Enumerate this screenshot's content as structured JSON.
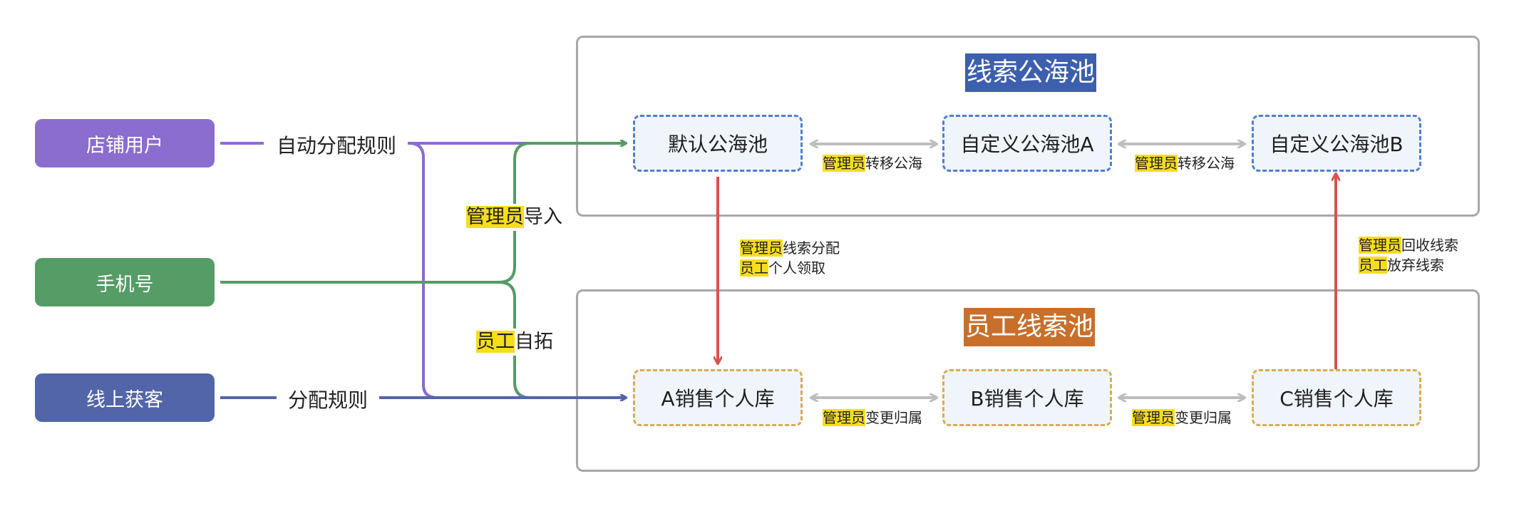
{
  "sources": [
    {
      "label": "店铺用户",
      "color": "#8b6ccf"
    },
    {
      "label": "手机号",
      "color": "#559c66"
    },
    {
      "label": "线上获客",
      "color": "#5265a8"
    }
  ],
  "rules": {
    "auto_assign": "自动分配规则",
    "assign": "分配规则"
  },
  "branch_labels": {
    "admin_import": {
      "role": "管理员",
      "action": "导入"
    },
    "staff_expand": {
      "role": "员工",
      "action": "自拓"
    }
  },
  "public_pool": {
    "title": "线索公海池",
    "title_bg": "#3c5fae",
    "nodes": [
      "默认公海池",
      "自定义公海池A",
      "自定义公海池B"
    ],
    "edge_labels": [
      {
        "role": "管理员",
        "action": "转移公海"
      },
      {
        "role": "管理员",
        "action": "转移公海"
      }
    ]
  },
  "staff_pool": {
    "title": "员工线索池",
    "title_bg": "#c86f2b",
    "nodes": [
      "A销售个人库",
      "B销售个人库",
      "C销售个人库"
    ],
    "edge_labels": [
      {
        "role": "管理员",
        "action": "变更归属"
      },
      {
        "role": "管理员",
        "action": "变更归属"
      }
    ]
  },
  "down_flow": [
    {
      "role": "管理员",
      "action": "线索分配"
    },
    {
      "role": "员工",
      "action": "个人领取"
    }
  ],
  "up_flow": [
    {
      "role": "管理员",
      "action": "回收线索"
    },
    {
      "role": "员工",
      "action": "放弃线索"
    }
  ],
  "colors": {
    "purple": "#8b6ccf",
    "green": "#559c66",
    "navy": "#5265a8",
    "red": "#d9534f",
    "gray_arrow": "#bdbdbd",
    "highlight": "#f7dd1c"
  }
}
